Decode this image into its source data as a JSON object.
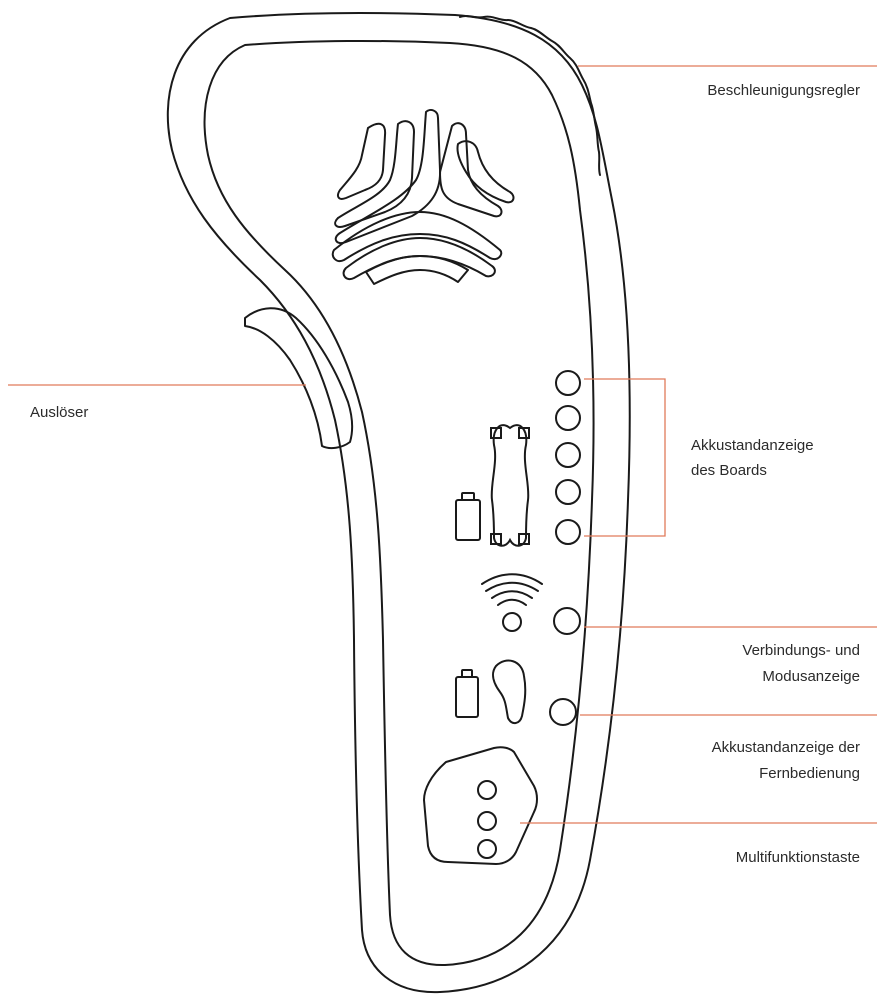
{
  "labels": {
    "throttle": "Beschleunigungsregler",
    "trigger": "Auslöser",
    "board_battery_line1": "Akkustandanzeige",
    "board_battery_line2": "des Boards",
    "connection_line1": "Verbindungs- und",
    "connection_line2": "Modusanzeige",
    "remote_battery_line1": "Akkustandanzeige der",
    "remote_battery_line2": "Fernbedienung",
    "multifunction": "Multifunktionstaste"
  },
  "colors": {
    "leader_line": "#e07b5a",
    "outline": "#1a1a1a",
    "text": "#2b2b2b",
    "background": "#ffffff"
  },
  "icons": {
    "logo": "board-logo-icon",
    "board": "skateboard-icon",
    "board_battery": "battery-icon",
    "wireless": "wireless-signal-icon",
    "remote": "remote-icon",
    "remote_battery": "battery-icon"
  }
}
